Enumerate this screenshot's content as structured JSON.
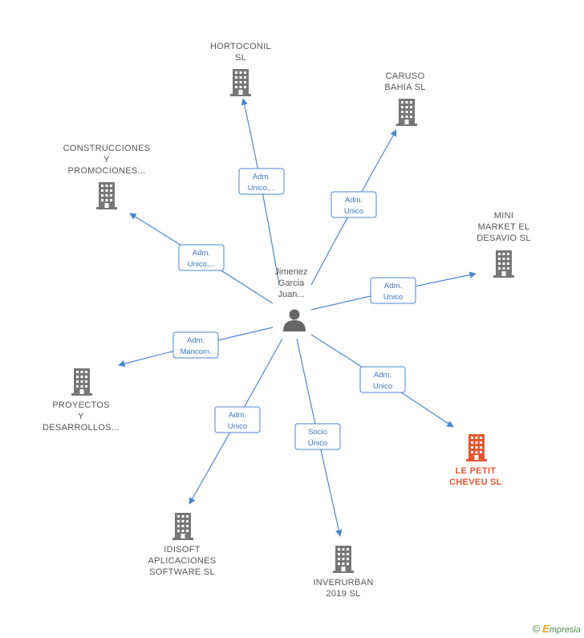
{
  "center": {
    "name_lines": [
      "Jimenez",
      "Garcia",
      "Juan..."
    ]
  },
  "nodes": [
    {
      "id": "hortoconil",
      "lines": [
        "HORTOCONIL",
        "SL"
      ],
      "highlight": false
    },
    {
      "id": "caruso",
      "lines": [
        "CARUSO",
        "BAHIA  SL"
      ],
      "highlight": false
    },
    {
      "id": "construcciones",
      "lines": [
        "CONSTRUCCIONES",
        "Y",
        "PROMOCIONES..."
      ],
      "highlight": false
    },
    {
      "id": "mini-market",
      "lines": [
        "MINI",
        "MARKET EL",
        "DESAVIO  SL"
      ],
      "highlight": false
    },
    {
      "id": "proyectos",
      "lines": [
        "PROYECTOS",
        "Y",
        "DESARROLLOS..."
      ],
      "highlight": false
    },
    {
      "id": "le-petit",
      "lines": [
        "LE PETIT",
        "CHEVEU  SL"
      ],
      "highlight": true
    },
    {
      "id": "idisoft",
      "lines": [
        "IDISOFT",
        "APLICACIONES",
        "SOFTWARE  SL"
      ],
      "highlight": false
    },
    {
      "id": "inverurban",
      "lines": [
        "INVERURBAN",
        "2019  SL"
      ],
      "highlight": false
    }
  ],
  "edges": [
    {
      "to": "hortoconil",
      "label": [
        "Adm.",
        "Unico,..."
      ]
    },
    {
      "to": "caruso",
      "label": [
        "Adm.",
        "Unico"
      ]
    },
    {
      "to": "construcciones",
      "label": [
        "Adm.",
        "Unico,..."
      ]
    },
    {
      "to": "mini-market",
      "label": [
        "Adm.",
        "Unico"
      ]
    },
    {
      "to": "proyectos",
      "label": [
        "Adm.",
        "Mancom."
      ]
    },
    {
      "to": "le-petit",
      "label": [
        "Adm.",
        "Unico"
      ]
    },
    {
      "to": "idisoft",
      "label": [
        "Adm.",
        "Unico"
      ]
    },
    {
      "to": "inverurban",
      "label": [
        "Socio",
        "Único"
      ]
    }
  ],
  "colors": {
    "edge": "#4a86d0",
    "building": "#777777",
    "highlight": "#e8572f"
  },
  "branding": {
    "copyright": "©",
    "initial": "E",
    "rest": "mpresia"
  }
}
